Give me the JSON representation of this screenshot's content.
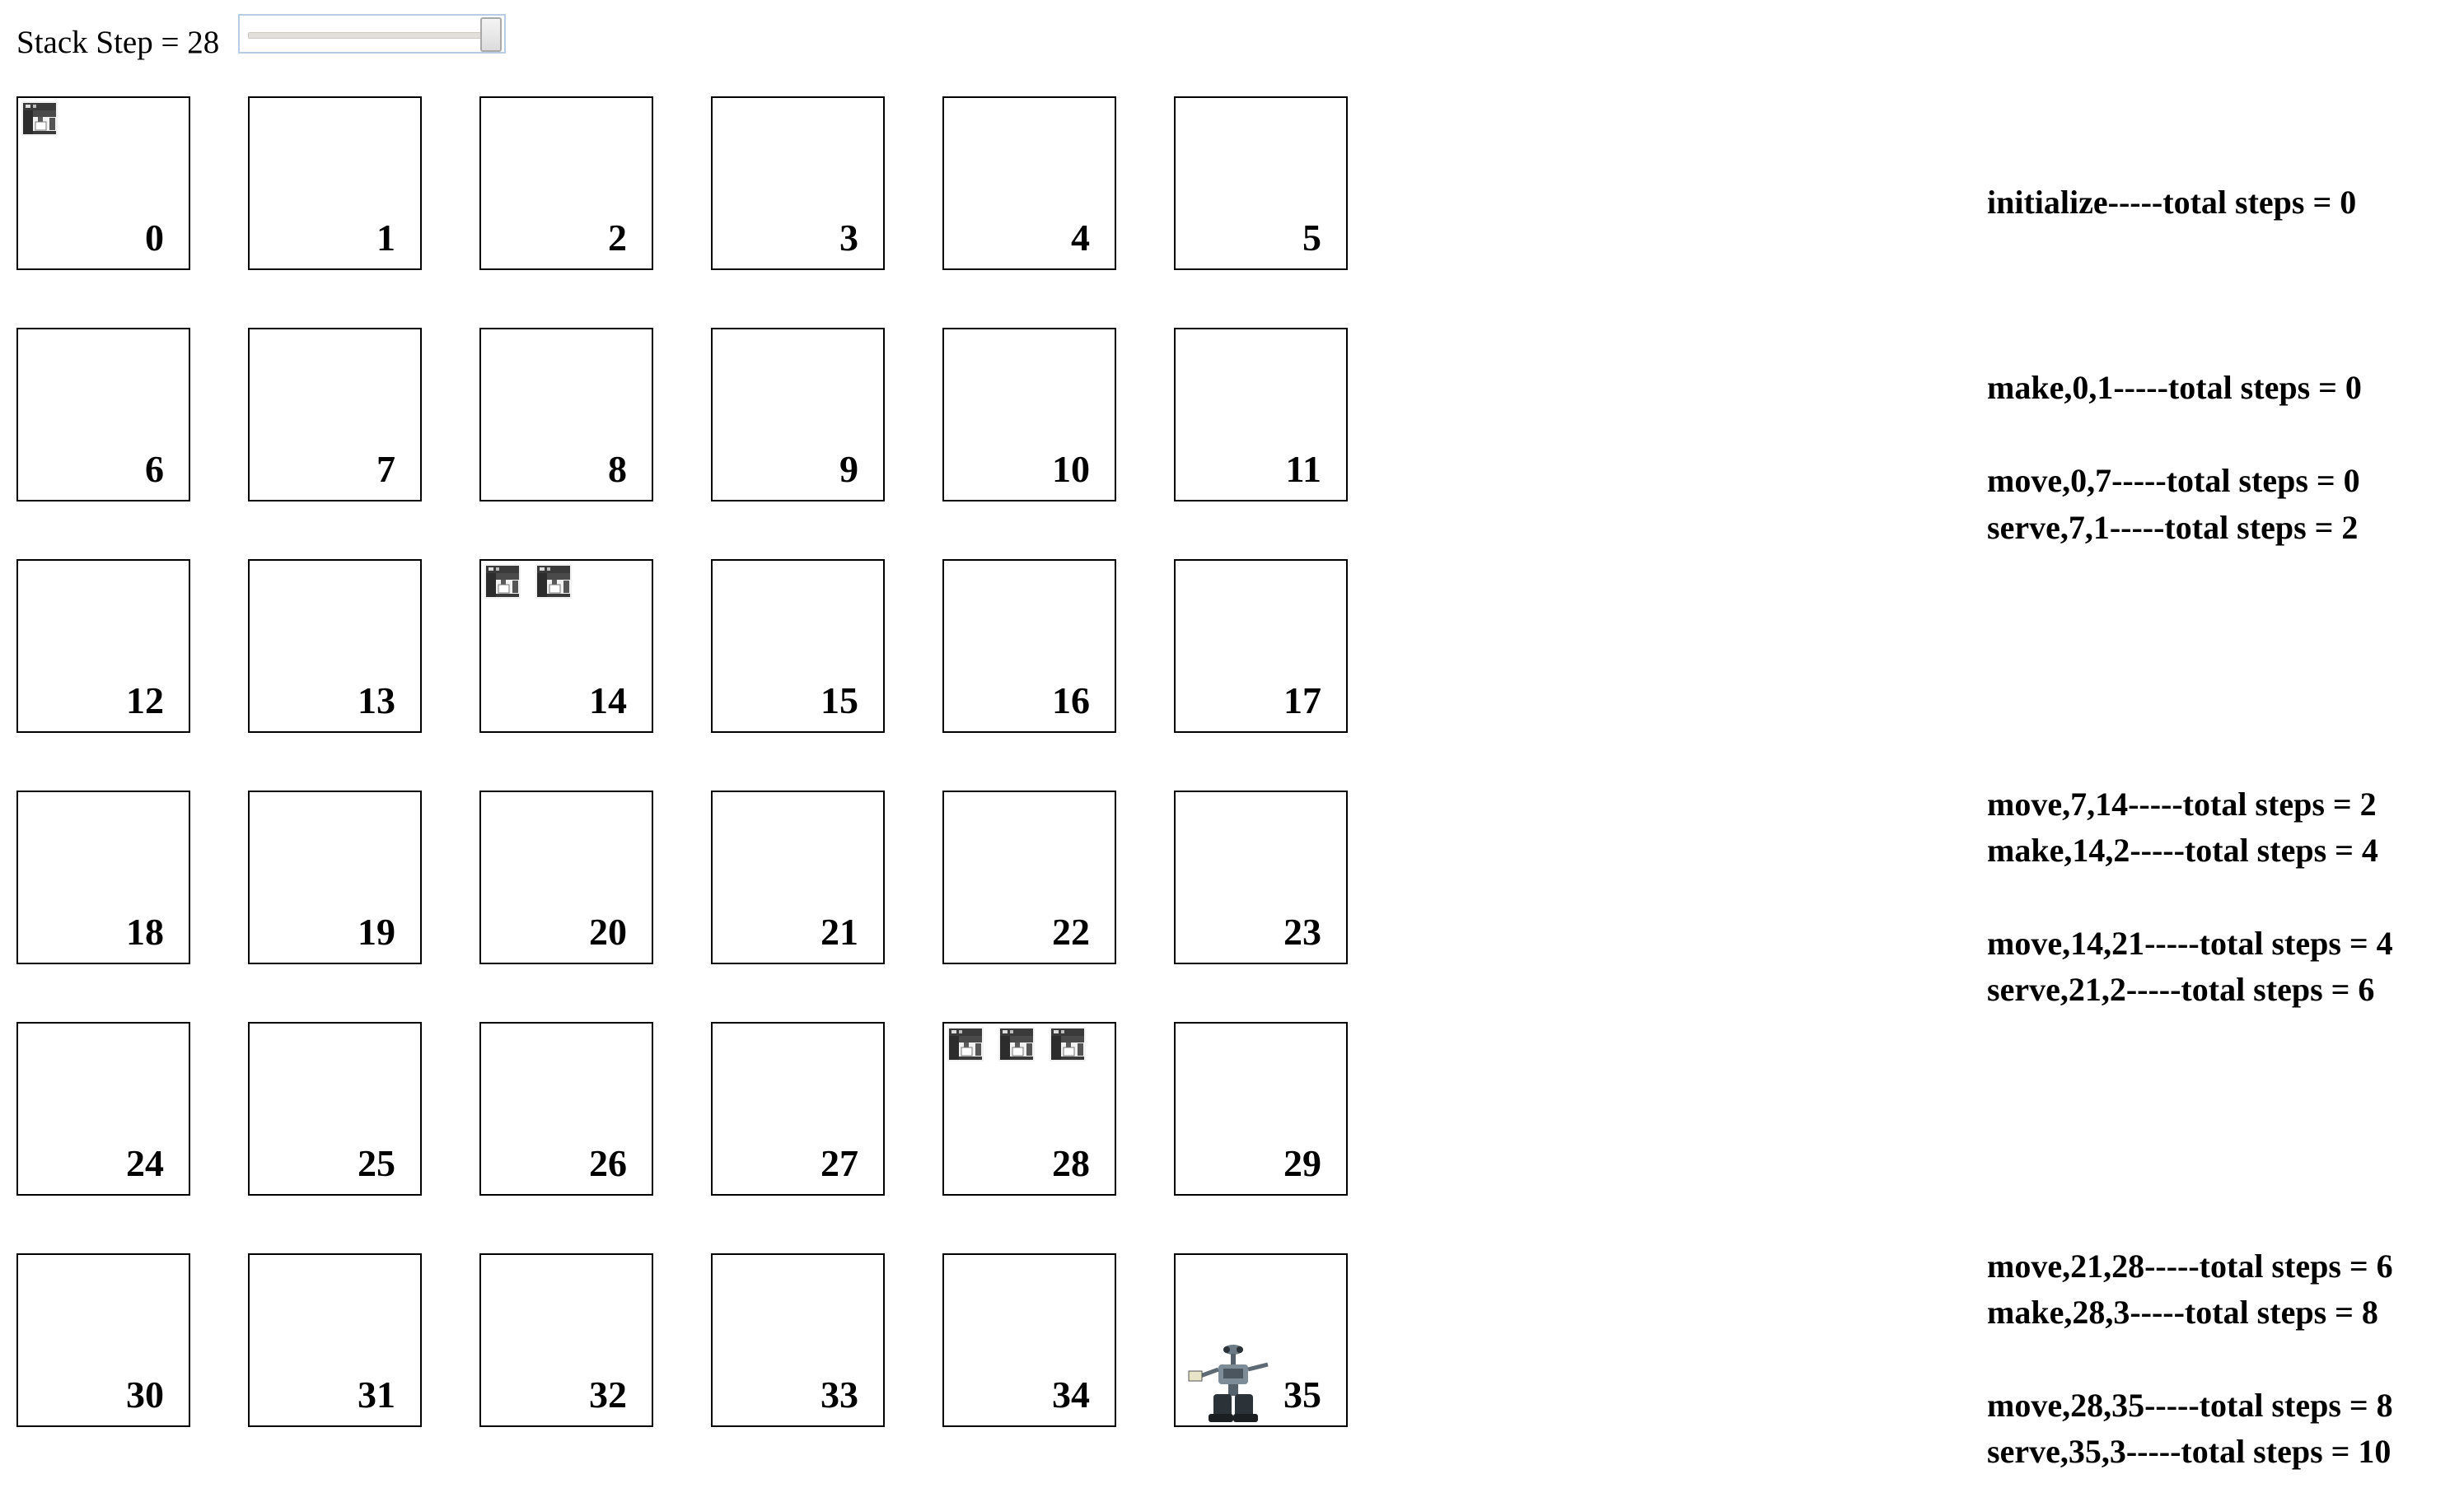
{
  "slider": {
    "label": "Stack Step = 28",
    "value": 28,
    "min": 0,
    "max": 28
  },
  "grid": {
    "columns": 6,
    "rows": 6,
    "cells": [
      {
        "number": "0",
        "machines": 1
      },
      {
        "number": "1",
        "machines": 0
      },
      {
        "number": "2",
        "machines": 0
      },
      {
        "number": "3",
        "machines": 0
      },
      {
        "number": "4",
        "machines": 0
      },
      {
        "number": "5",
        "machines": 0
      },
      {
        "number": "6",
        "machines": 0
      },
      {
        "number": "7",
        "machines": 0
      },
      {
        "number": "8",
        "machines": 0
      },
      {
        "number": "9",
        "machines": 0
      },
      {
        "number": "10",
        "machines": 0
      },
      {
        "number": "11",
        "machines": 0
      },
      {
        "number": "12",
        "machines": 0
      },
      {
        "number": "13",
        "machines": 0
      },
      {
        "number": "14",
        "machines": 2
      },
      {
        "number": "15",
        "machines": 0
      },
      {
        "number": "16",
        "machines": 0
      },
      {
        "number": "17",
        "machines": 0
      },
      {
        "number": "18",
        "machines": 0
      },
      {
        "number": "19",
        "machines": 0
      },
      {
        "number": "20",
        "machines": 0
      },
      {
        "number": "21",
        "machines": 0
      },
      {
        "number": "22",
        "machines": 0
      },
      {
        "number": "23",
        "machines": 0
      },
      {
        "number": "24",
        "machines": 0
      },
      {
        "number": "25",
        "machines": 0
      },
      {
        "number": "26",
        "machines": 0
      },
      {
        "number": "27",
        "machines": 0
      },
      {
        "number": "28",
        "machines": 3
      },
      {
        "number": "29",
        "machines": 0
      },
      {
        "number": "30",
        "machines": 0
      },
      {
        "number": "31",
        "machines": 0
      },
      {
        "number": "32",
        "machines": 0
      },
      {
        "number": "33",
        "machines": 0
      },
      {
        "number": "34",
        "machines": 0
      },
      {
        "number": "35",
        "machines": 0,
        "robot": true
      }
    ]
  },
  "icons": {
    "machine": "coffee-machine-icon",
    "robot": "robot-icon"
  },
  "log": [
    "initialize-----total steps = 0",
    "make,0,1-----total steps = 0",
    "move,0,7-----total steps = 0",
    "serve,7,1-----total steps = 2",
    "move,7,14-----total steps = 2",
    "make,14,2-----total steps = 4",
    "move,14,21-----total steps = 4",
    "serve,21,2-----total steps = 6",
    "move,21,28-----total steps = 6",
    "make,28,3-----total steps = 8",
    "move,28,35-----total steps = 8",
    "serve,35,3-----total steps = 10"
  ]
}
